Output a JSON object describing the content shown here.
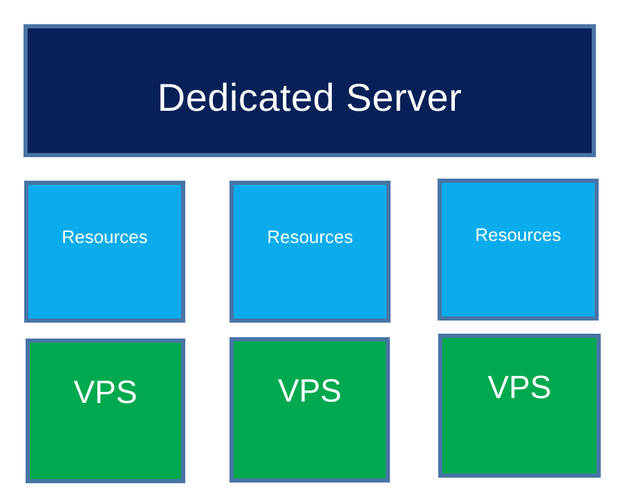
{
  "page": {
    "background_color": "#ffffff"
  },
  "colors": {
    "dedicated_fill": "#072158",
    "resources_fill": "#0aaceb",
    "vps_fill": "#00a94f",
    "box_border": "#4874a5",
    "label_text": "#ffffff"
  },
  "diagram": {
    "dedicated_server": {
      "label": "Dedicated Server"
    },
    "resources_boxes": [
      {
        "label": "Resources"
      },
      {
        "label": "Resources"
      },
      {
        "label": "Resources"
      }
    ],
    "vps_boxes": [
      {
        "label": "VPS"
      },
      {
        "label": "VPS"
      },
      {
        "label": "VPS"
      }
    ]
  }
}
